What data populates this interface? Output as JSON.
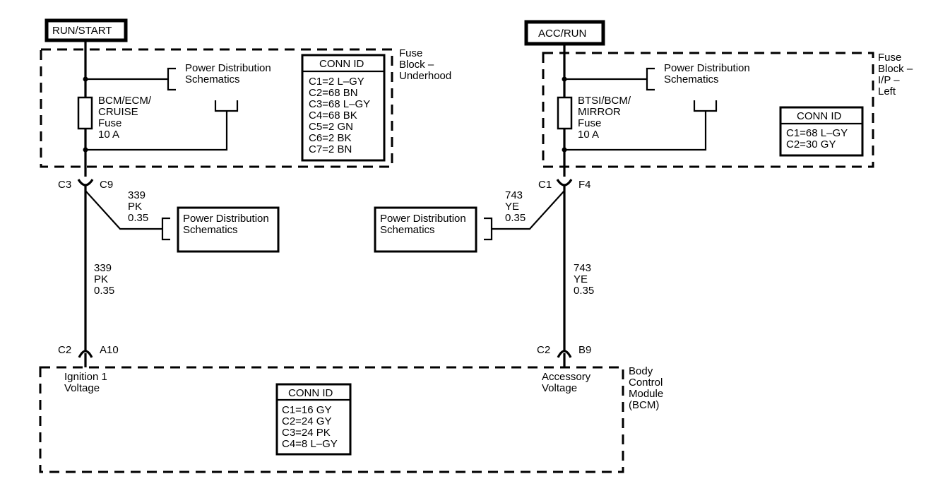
{
  "power_sources": {
    "run_start": "RUN/START",
    "acc_run": "ACC/RUN"
  },
  "fuse_block_underhood": {
    "label_lines": [
      "Fuse",
      "Block –",
      "Underhood"
    ],
    "power_dist_label_lines": [
      "Power Distribution",
      "Schematics"
    ],
    "fuse_label_lines": [
      "BCM/ECM/",
      "CRUISE",
      "Fuse",
      "10 A"
    ],
    "conn_id": {
      "title": "CONN ID",
      "rows": [
        "C1=2 L–GY",
        "C2=68 BN",
        "C3=68 L–GY",
        "C4=68 BK",
        "C5=2 GN",
        "C6=2 BK",
        "C7=2 BN"
      ]
    }
  },
  "fuse_block_ip_left": {
    "label_lines": [
      "Fuse",
      "Block –",
      "I/P –",
      "Left"
    ],
    "power_dist_label_lines": [
      "Power Distribution",
      "Schematics"
    ],
    "fuse_label_lines": [
      "BTSI/BCM/",
      "MIRROR",
      "Fuse",
      "10 A"
    ],
    "conn_id": {
      "title": "CONN ID",
      "rows": [
        "C1=68 L–GY",
        "C2=30 GY"
      ]
    }
  },
  "left_circuit": {
    "conn_top_left": "C3",
    "conn_top_right": "C9",
    "splice_wire_lines": [
      "339",
      "PK",
      "0.35"
    ],
    "splice_box_lines": [
      "Power Distribution",
      "Schematics"
    ],
    "main_wire_lines": [
      "339",
      "PK",
      "0.35"
    ],
    "conn_bottom_left": "C2",
    "conn_bottom_right": "A10",
    "bcm_pin_lines": [
      "Ignition 1",
      "Voltage"
    ]
  },
  "right_circuit": {
    "conn_top_left": "C1",
    "conn_top_right": "F4",
    "splice_wire_lines": [
      "743",
      "YE",
      "0.35"
    ],
    "splice_box_lines": [
      "Power Distribution",
      "Schematics"
    ],
    "main_wire_lines": [
      "743",
      "YE",
      "0.35"
    ],
    "conn_bottom_left": "C2",
    "conn_bottom_right": "B9",
    "bcm_pin_lines": [
      "Accessory",
      "Voltage"
    ]
  },
  "bcm": {
    "label_lines": [
      "Body",
      "Control",
      "Module",
      "(BCM)"
    ],
    "conn_id": {
      "title": "CONN ID",
      "rows": [
        "C1=16 GY",
        "C2=24 GY",
        "C3=24 PK",
        "C4=8 L–GY"
      ]
    }
  }
}
